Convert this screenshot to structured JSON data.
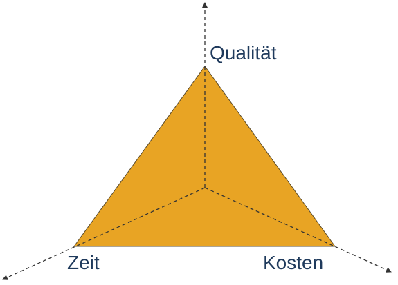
{
  "diagram": {
    "labels": {
      "top": "Qualität",
      "bottom_left": "Zeit",
      "bottom_right": "Kosten"
    },
    "colors": {
      "triangle_fill": "#E8A424",
      "triangle_stroke": "#5a4a2a",
      "axis_line": "#333333",
      "label_text": "#1F3A5C"
    },
    "axis_style": "dashed-with-arrowheads"
  }
}
